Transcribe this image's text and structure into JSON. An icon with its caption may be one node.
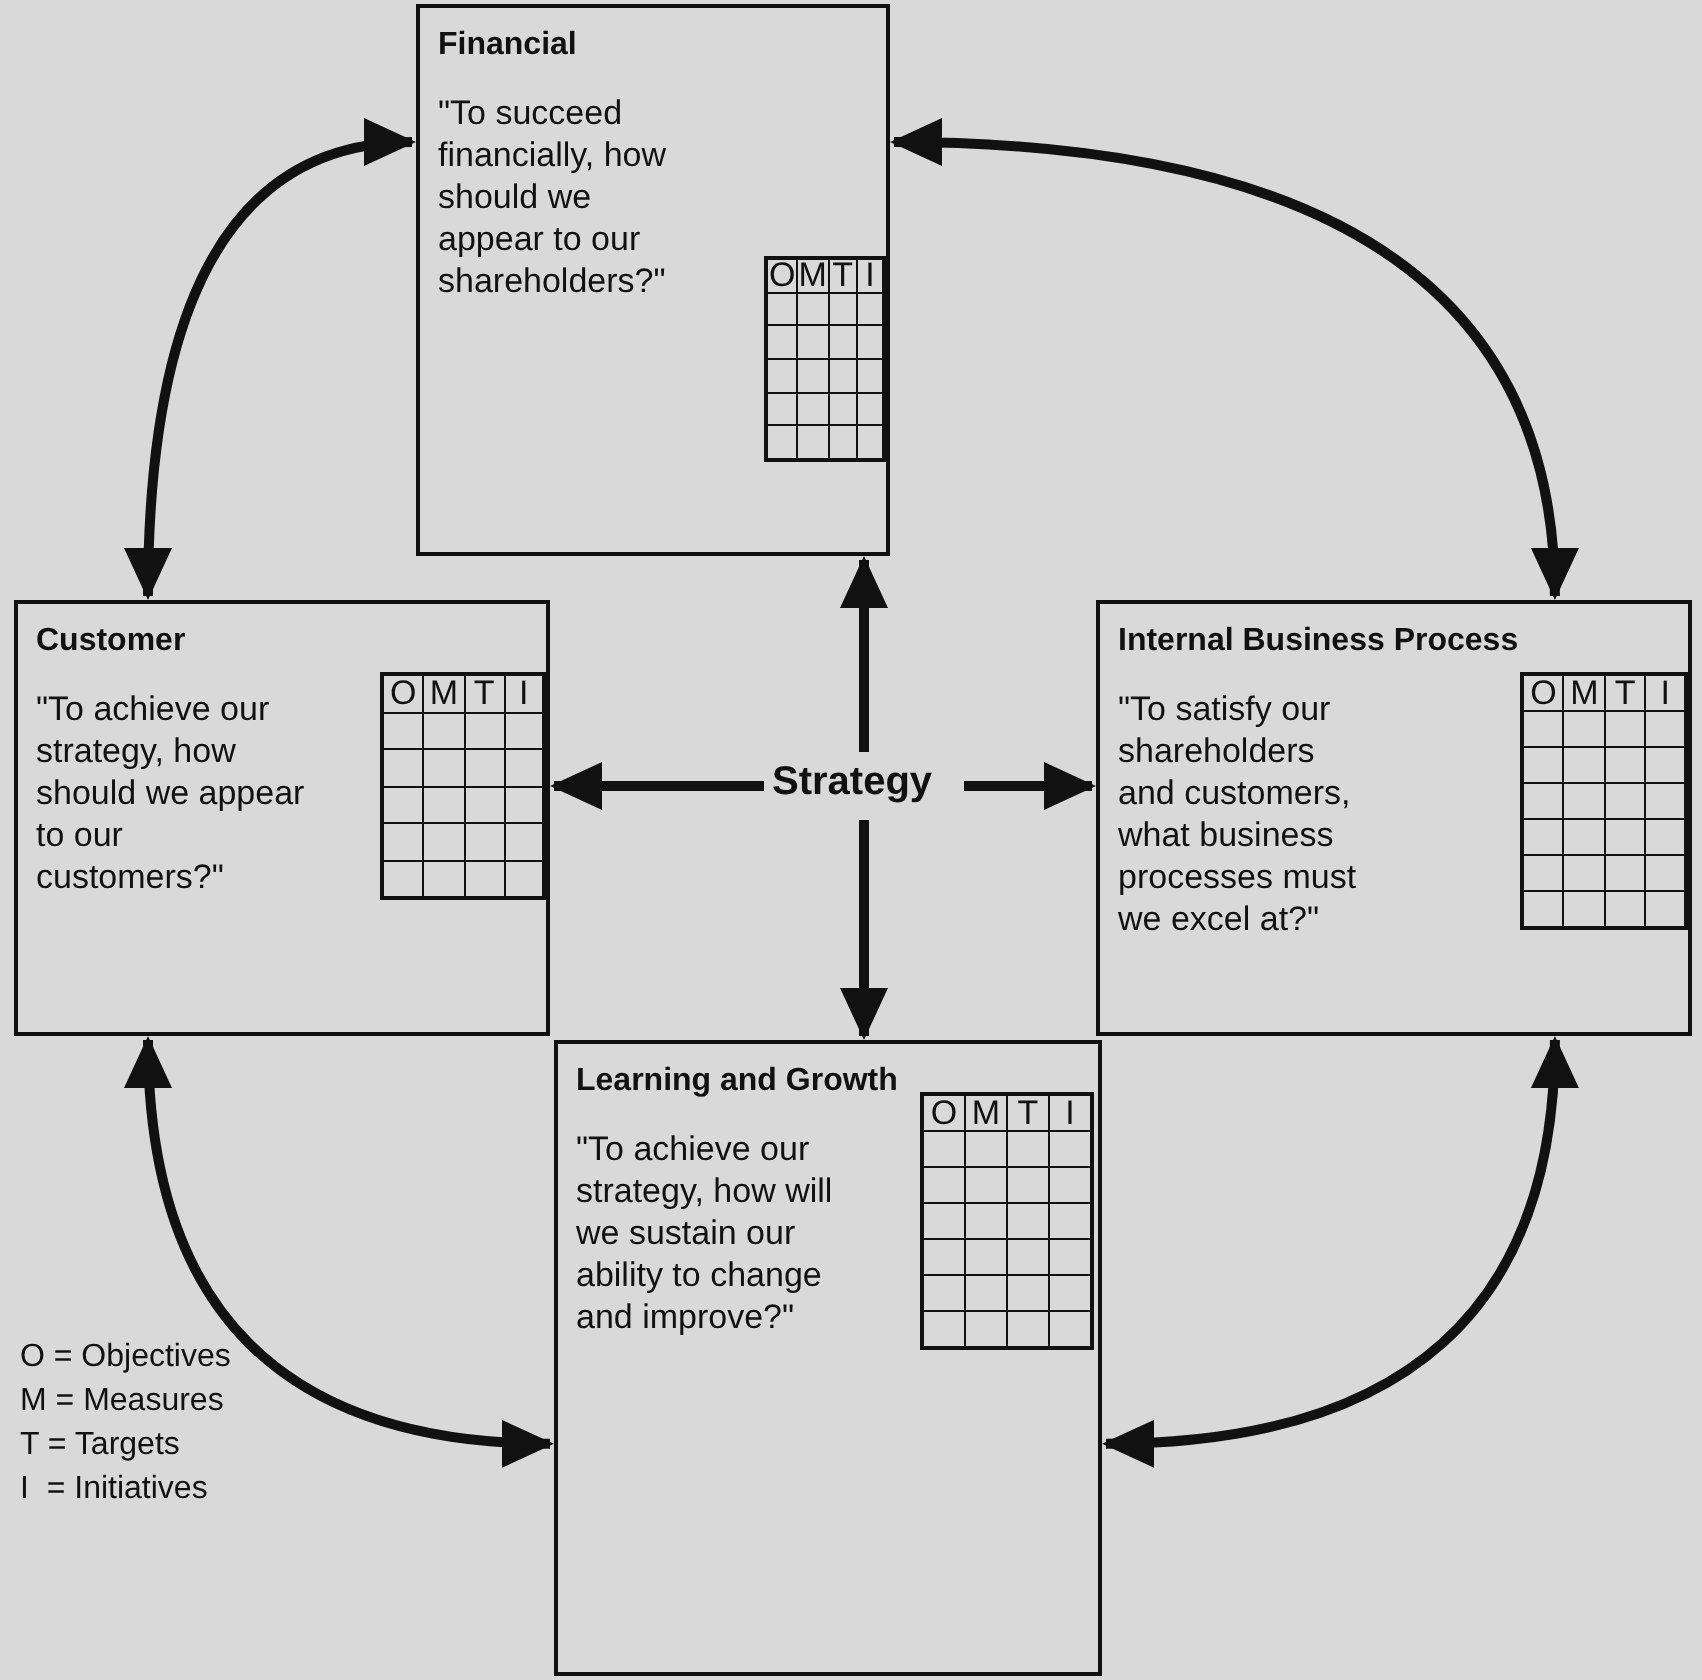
{
  "diagram": {
    "nodes": [
      {
        "text": [
          "Financial",
          "\"To succeed financially, how should we appear to our shareholders?\""
        ]
      },
      {
        "text": [
          "Customer",
          "\"To achieve our strategy, how should we appear to our customers?\""
        ]
      },
      {
        "text": [
          "Strategy"
        ]
      },
      {
        "text": [
          "Internal Business Process",
          "\"To satisfy our shareholders and customers, what business processes must we excel at?\""
        ]
      },
      {
        "text": [
          "Learning and Growth",
          "\"To achieve our strategy, how will we sustain our ability to change and improve?\""
        ]
      }
    ],
    "edges": [
      {
        "from": 0,
        "to": 1,
        "arrow": "both"
      },
      {
        "from": 0,
        "to": 3,
        "arrow": "both"
      },
      {
        "from": 2,
        "to": 0,
        "arrow": "to"
      },
      {
        "from": 2,
        "to": 1,
        "arrow": "to"
      },
      {
        "from": 2,
        "to": 3,
        "arrow": "to"
      },
      {
        "from": 2,
        "to": 4,
        "arrow": "to"
      },
      {
        "from": 1,
        "to": 4,
        "arrow": "both"
      },
      {
        "from": 4,
        "to": 3,
        "arrow": "both"
      }
    ],
    "labels": [
      "O",
      "M",
      "T",
      "I",
      "O",
      "M",
      "T",
      "I",
      "O",
      "M",
      "T",
      "I",
      "O",
      "M",
      "T",
      "I",
      "O = Objectives",
      "M = Measures",
      "T = Targets",
      "I  = Initiatives"
    ]
  }
}
